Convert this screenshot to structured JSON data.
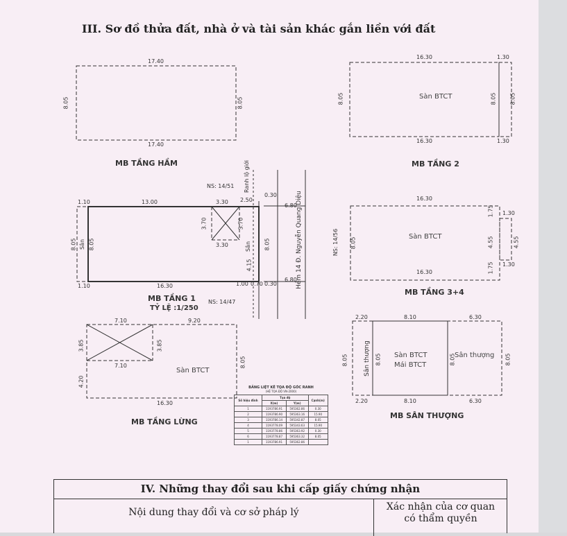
{
  "section3_title": "III. Sơ đồ thửa đất, nhà ở và tài sản khác gắn liền với đất",
  "plans": {
    "ham": {
      "title": "MB TẦNG HẦM",
      "top": "17.40",
      "bottom": "17.40",
      "left": "8.05",
      "right": "8.05"
    },
    "tang2": {
      "title": "MB TẦNG 2",
      "room": "Sàn BTCT",
      "top_main": "16.30",
      "top_side": "1.30",
      "bottom_main": "16.30",
      "bottom_side": "1.30",
      "left": "8.05",
      "right": "8.05",
      "side": "8.05"
    },
    "tang34": {
      "title": "MB TẦNG 3+4",
      "room": "Sàn BTCT",
      "top": "16.30",
      "bottom": "16.30",
      "left": "8.05",
      "r1": "1.75",
      "r2": "4.55",
      "r3": "1.75",
      "s1": "1.30",
      "s2": "4.55",
      "s3": "1.30"
    },
    "tang1": {
      "title": "MB TẦNG 1",
      "scale": "TỶ LỆ :1/250",
      "ns_top": "NS: 14/51",
      "ns_bottom": "NS: 14/47",
      "ranh": "Ranh lộ giới",
      "hem": "Hẻm 14 Đ. Nguyễn Quang Diệu",
      "ns_right": "NS: 14/56",
      "t_110": "1.10",
      "t_1300": "13.00",
      "t_330": "3.30",
      "t_250": "2.50",
      "t_030": "0.30",
      "t_680": "6.80",
      "b_110": "1.10",
      "b_1630": "16.30",
      "b_100": "1.00",
      "b_070": "0.70",
      "b_030": "0.30",
      "b_680": "6.80",
      "left": "8.05",
      "san_left": "Sân",
      "inner_805": "8.05",
      "v370a": "3.70",
      "v370b": "3.70",
      "v330": "3.30",
      "san_mid": "Sân",
      "v415": "4.15",
      "right_805": "8.05"
    },
    "lung": {
      "title": "MB TẦNG LỪNG",
      "room": "Sàn BTCT",
      "t_710": "7.10",
      "t_920": "9.20",
      "mid_710": "7.10",
      "bottom": "16.30",
      "l385": "3.85",
      "l420": "4.20",
      "inner385": "3.85",
      "right": "8.05"
    },
    "thuong": {
      "title": "MB SÂN THƯỢNG",
      "t_220": "2.20",
      "t_810": "8.10",
      "t_630": "6.30",
      "b_220": "2.20",
      "b_810": "8.10",
      "b_630": "6.30",
      "left": "8.05",
      "san_thuong_left": "Sân thượng",
      "room": "Sàn BTCT",
      "roof": "Mái BTCT",
      "mid_805a": "8.05",
      "mid_805b": "8.05",
      "san_thuong_right": "Sân thượng",
      "right": "8.05"
    }
  },
  "coord_table": {
    "title": "BẢNG LIỆT KÊ TỌA ĐỘ GÓC RANH",
    "subtitle": "(HỆ TỌA ĐỘ VN-2000)",
    "headers": [
      "Số hiệu đỉnh",
      "X(m)",
      "Y(m)",
      "Cạnh(m)"
    ],
    "group_header": "Tọa độ",
    "rows": [
      [
        "1",
        "1193786.91",
        "595362.86",
        "0.30"
      ],
      [
        "2",
        "1193786.90",
        "595363.16",
        "15.90"
      ],
      [
        "3",
        "1193786.14",
        "595342.87",
        "8.05"
      ],
      [
        "4",
        "1193778.09",
        "595343.63",
        "15.90"
      ],
      [
        "5",
        "1193778.86",
        "595363.92",
        "0.30"
      ],
      [
        "6",
        "1193778.87",
        "595363.32",
        "8.05"
      ],
      [
        "1",
        "1193786.91",
        "595362.86",
        ""
      ]
    ]
  },
  "section4": {
    "title": "IV. Những thay đổi sau khi cấp giấy chứng nhận",
    "col1": "Nội dung thay đổi và cơ sở pháp lý",
    "col2_line1": "Xác nhận của cơ quan",
    "col2_line2": "có thẩm quyền"
  },
  "colors": {
    "paper": "#f8eef5",
    "line": "#333333",
    "edge": "#dcdde0"
  }
}
